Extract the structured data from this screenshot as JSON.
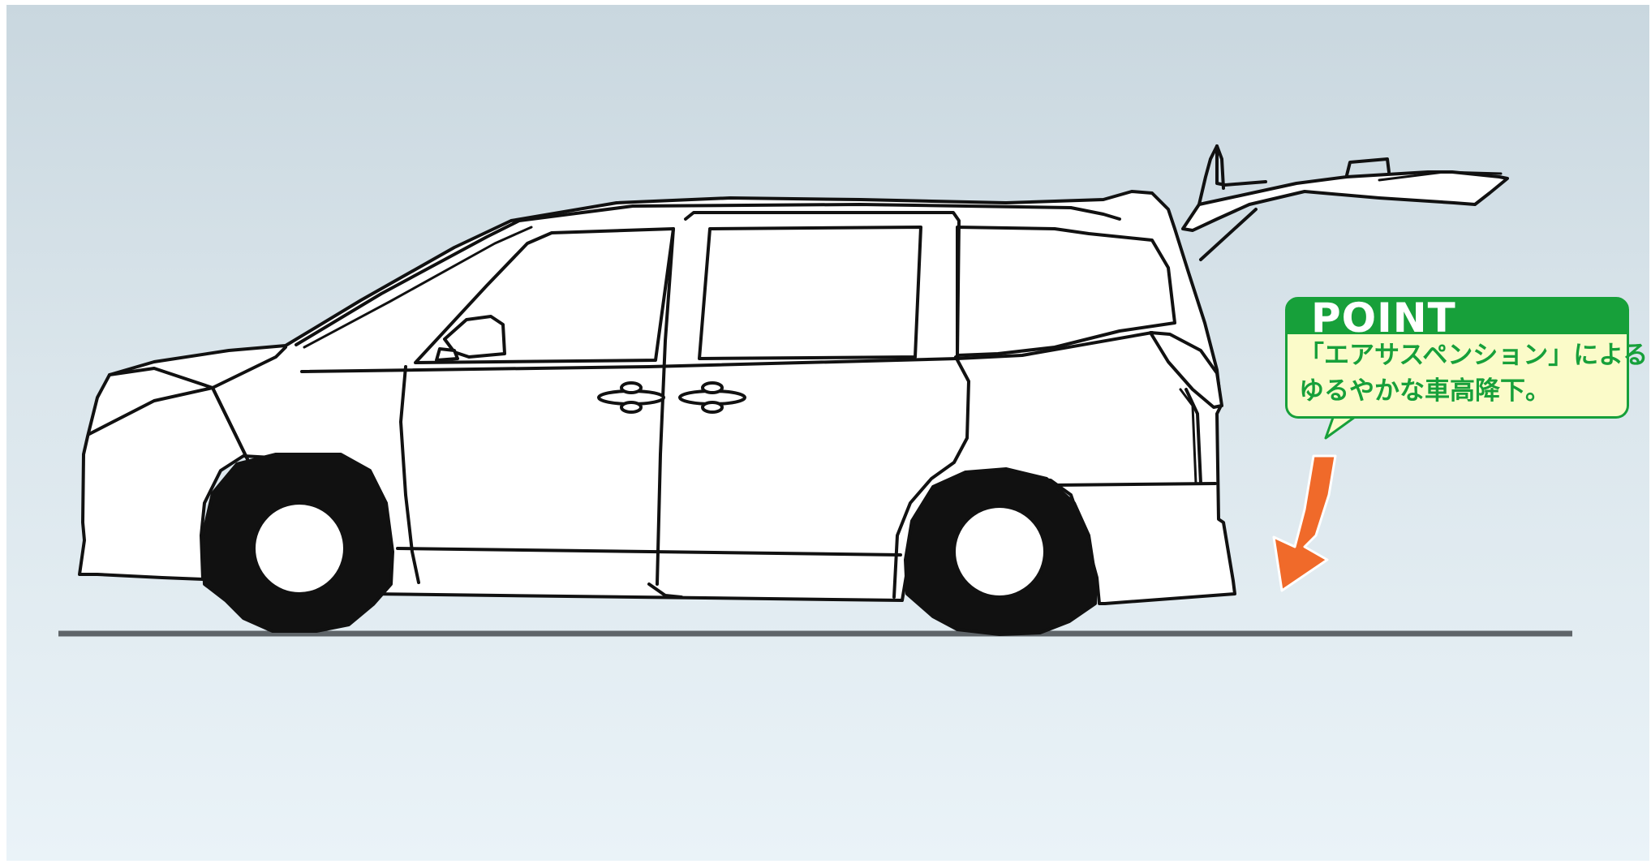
{
  "callout": {
    "title": "POINT",
    "line1": "「エアサスペンション」による",
    "line2": "ゆるやかな車高降下。"
  },
  "colors": {
    "background_top": "#c9d7df",
    "background_bottom": "#eaf3f8",
    "accent_green": "#17a03a",
    "callout_fill": "#fbfbc9",
    "arrow_orange": "#f06a2a",
    "ground_line": "#5f6569",
    "vehicle_outline": "#111111",
    "tire": "#111111",
    "vehicle_body": "#ffffff"
  },
  "icons": {
    "vehicle": "minivan-side-view-illustration",
    "arrow": "down-arrow-icon"
  }
}
